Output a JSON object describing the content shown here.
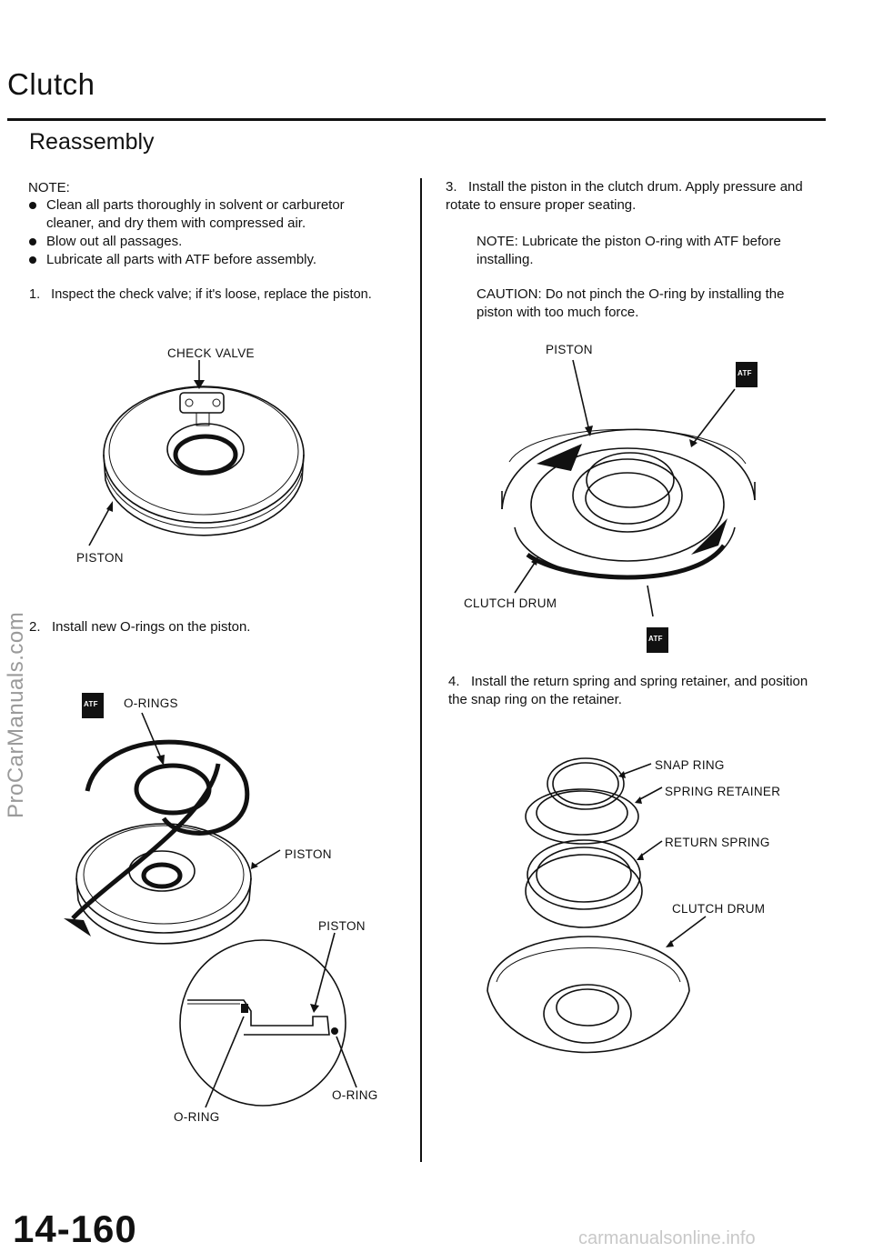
{
  "header": {
    "title": "Clutch",
    "subtitle": "Reassembly"
  },
  "left": {
    "note_label": "NOTE:",
    "bullets": [
      "Clean all parts thoroughly in solvent or carburetor cleaner, and dry them with compressed air.",
      "Blow out all passages.",
      "Lubricate all parts with ATF before assembly."
    ],
    "step1": "1.   Inspect the check valve; if it's loose, replace the piston.",
    "step2": "2.   Install new O-rings on the piston."
  },
  "right": {
    "step3": "3.   Install the piston in the clutch drum. Apply pressure and rotate to ensure proper seating.",
    "note": "NOTE:  Lubricate the piston O-ring with ATF before installing.",
    "caution": "CAUTION:  Do not pinch the O-ring by installing the piston with too much force.",
    "step4": "4.   Install the return spring and spring retainer, and position the snap ring on the retainer."
  },
  "labels": {
    "check_valve": "CHECK VALVE",
    "piston": "PISTON",
    "o_rings": "O-RINGS",
    "o_ring": "O-RING",
    "clutch_drum": "CLUTCH DRUM",
    "snap_ring": "SNAP RING",
    "spring_retainer": "SPRING RETAINER",
    "return_spring": "RETURN SPRING",
    "atf": "ATF"
  },
  "footer": {
    "page_number": "14-160",
    "watermark": "ProCarManuals.com",
    "site": "carmanualsonline.info"
  }
}
